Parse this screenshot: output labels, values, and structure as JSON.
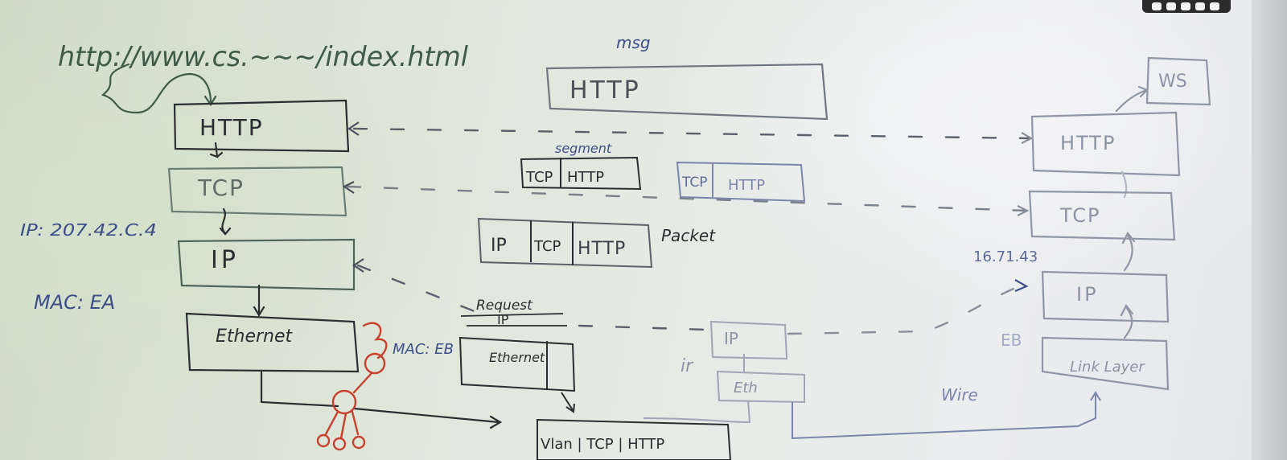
{
  "left_stack": {
    "url": "http://www.cs.~~~/index.html",
    "http": "HTTP",
    "tcp": "TCP",
    "ip": "IP",
    "ethernet": "Ethernet",
    "ip_address": "IP: 207.42.C.4",
    "mac": "MAC: EA"
  },
  "middle": {
    "msg_label": "msg",
    "msg_box": "HTTP",
    "segment_label": "segment",
    "segment_tcp": "TCP",
    "segment_http": "HTTP",
    "segment2_tcp": "TCP",
    "segment2_http": "HTTP",
    "packet_ip": "IP",
    "packet_tcp": "TCP",
    "packet_http": "HTTP",
    "packet_label": "Packet",
    "router_mac": "MAC: EB",
    "frame_request": "Request",
    "frame_ip": "IP",
    "frame_ethernet": "Ethernet",
    "bottom_frame": "Vlan | TCP | HTTP",
    "router_ip": "IP",
    "router_eth": "Eth",
    "router_label": "ir",
    "wire_label": "Wire"
  },
  "right_stack": {
    "ws": "WS",
    "http": "HTTP",
    "tcp": "TCP",
    "ip_address": "16.71.43",
    "ip": "IP",
    "link": "Link Layer",
    "eb": "EB"
  },
  "colors": {
    "green_ink": "#3f5a46",
    "black_ink": "#2a2e30",
    "blue_ink": "#3d4d8a",
    "red_ink": "#c8402e",
    "faded_ink": "#8c93a3"
  }
}
